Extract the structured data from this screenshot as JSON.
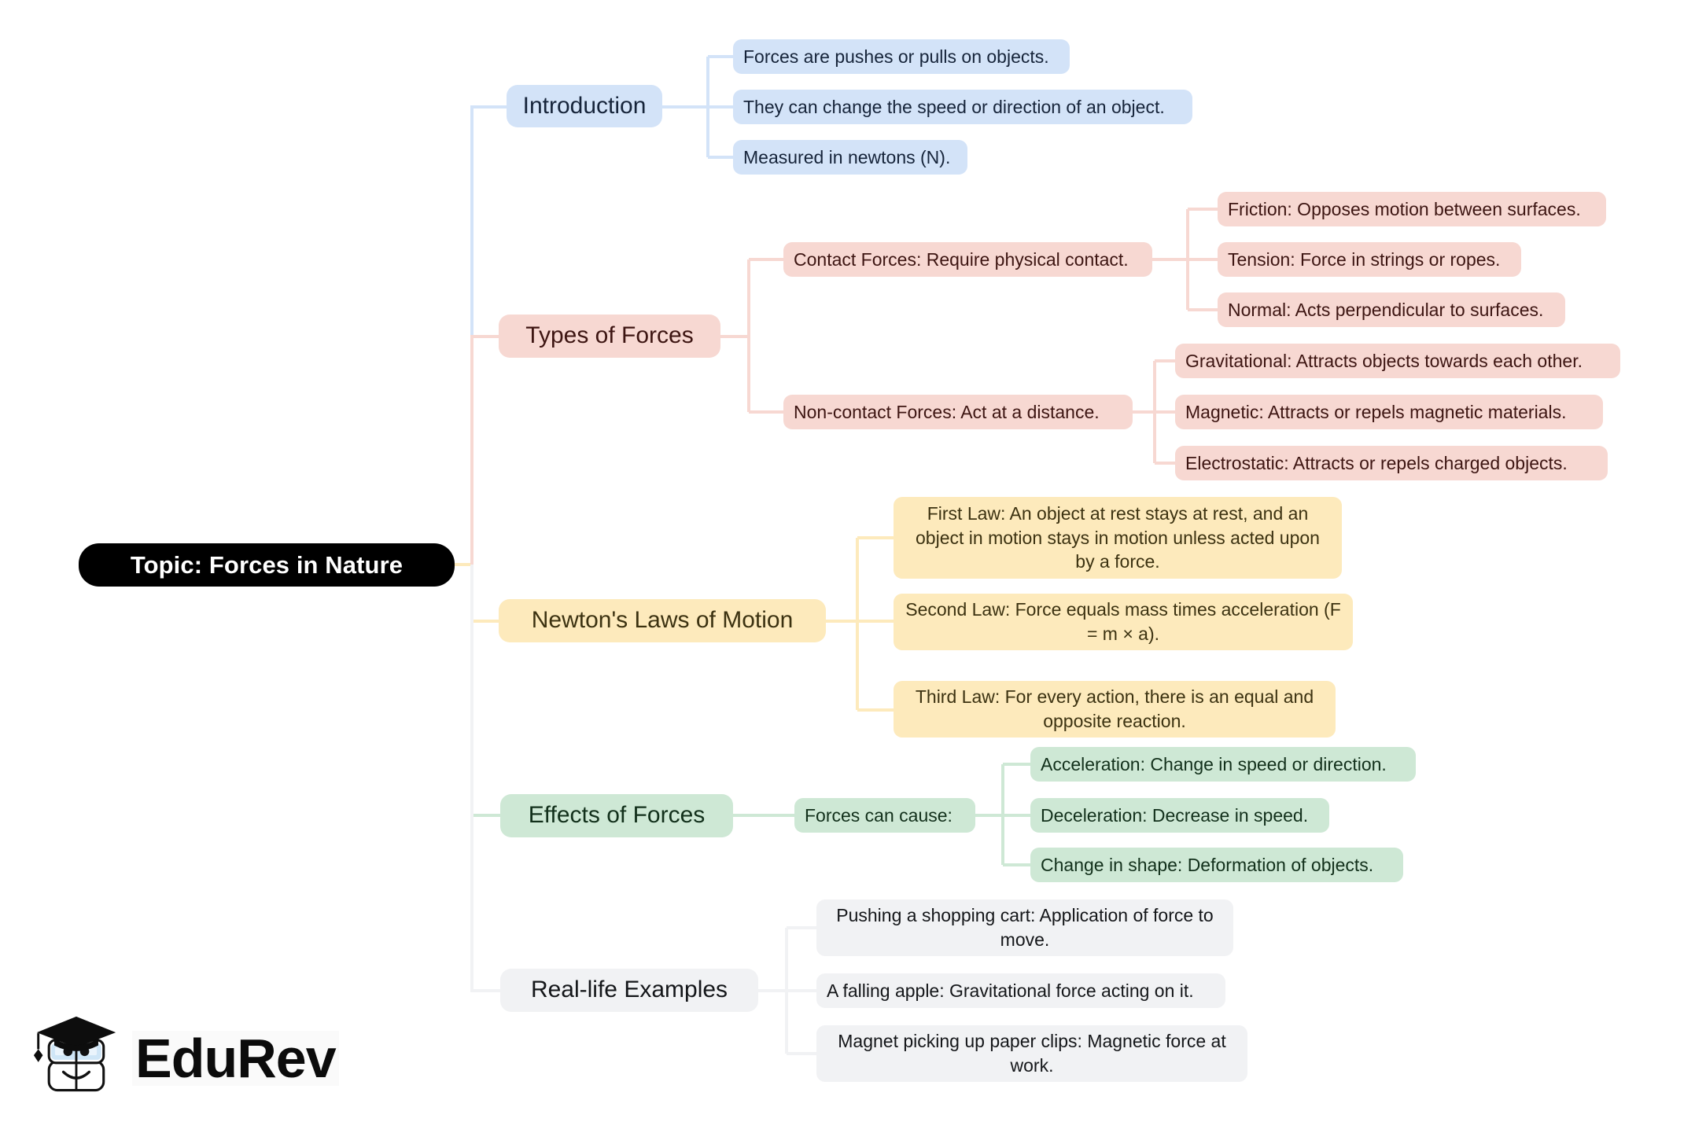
{
  "root": {
    "label": "Topic: Forces in Nature",
    "color": "#000000",
    "text_color": "#ffffff"
  },
  "branches": [
    {
      "id": "introduction",
      "label": "Introduction",
      "color": "#d3e3f8",
      "text_color": "#16243a",
      "children": [
        {
          "label": "Forces are pushes or pulls on objects."
        },
        {
          "label": "They can change the speed or direction of an object."
        },
        {
          "label": "Measured in newtons (N)."
        }
      ]
    },
    {
      "id": "types-of-forces",
      "label": "Types of Forces",
      "color": "#f7d8d2",
      "text_color": "#3d1512",
      "children": [
        {
          "label": "Contact Forces: Require physical contact.",
          "children": [
            {
              "label": "Friction: Opposes motion between surfaces."
            },
            {
              "label": "Tension: Force in strings or ropes."
            },
            {
              "label": "Normal: Acts perpendicular to surfaces."
            }
          ]
        },
        {
          "label": "Non-contact Forces: Act at a distance.",
          "children": [
            {
              "label": "Gravitational: Attracts objects towards each other."
            },
            {
              "label": "Magnetic: Attracts or repels magnetic materials."
            },
            {
              "label": "Electrostatic: Attracts or repels charged objects."
            }
          ]
        }
      ]
    },
    {
      "id": "newtons-laws-of-motion",
      "label": "Newton's Laws of Motion",
      "color": "#fdeabc",
      "text_color": "#3c3211",
      "children": [
        {
          "label": "First Law: An object at rest stays at rest, and an object in motion stays in motion unless acted upon by a force."
        },
        {
          "label": "Second Law: Force equals mass times acceleration (F = m × a)."
        },
        {
          "label": "Third Law: For every action, there is an equal and opposite reaction."
        }
      ]
    },
    {
      "id": "effects-of-forces",
      "label": "Effects of Forces",
      "color": "#cee8d5",
      "text_color": "#12301b",
      "children": [
        {
          "label": "Forces can cause:",
          "children": [
            {
              "label": "Acceleration: Change in speed or direction."
            },
            {
              "label": "Deceleration: Decrease in speed."
            },
            {
              "label": "Change in shape: Deformation of objects."
            }
          ]
        }
      ]
    },
    {
      "id": "real-life-examples",
      "label": "Real-life Examples",
      "color": "#f1f2f4",
      "text_color": "#141619",
      "children": [
        {
          "label": "Pushing a shopping cart: Application of force to move."
        },
        {
          "label": "A falling apple: Gravitational force acting on it."
        },
        {
          "label": "Magnet picking up paper clips: Magnetic force at work."
        }
      ]
    }
  ],
  "logo": {
    "wordmark": "EduRev"
  }
}
